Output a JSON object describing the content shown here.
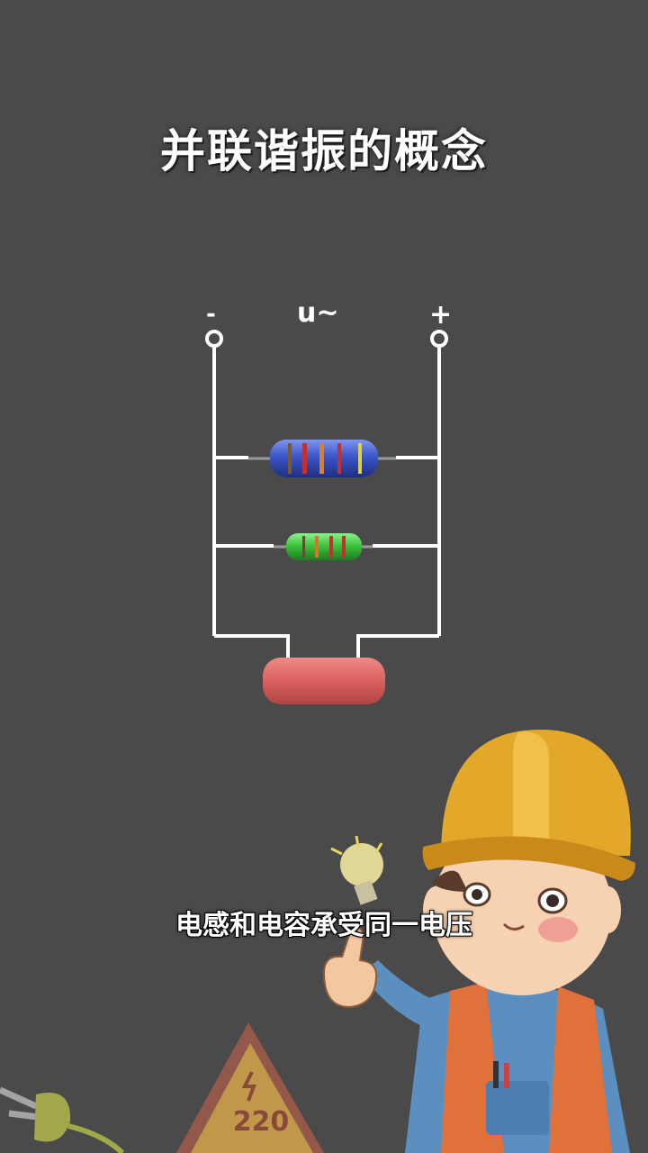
{
  "title": "并联谐振的概念",
  "circuit": {
    "minus_label": "-",
    "source_label": "u~",
    "plus_label": "+"
  },
  "subtitle": "电感和电容承受同一电压",
  "sign_text": "220",
  "colors": {
    "background": "#4a4a4a",
    "wire": "#ffffff",
    "resistor_blue": "#3a56c8",
    "resistor_green": "#3ec43e",
    "capacitor": "#d9605f",
    "helmet": "#e3a82a"
  }
}
